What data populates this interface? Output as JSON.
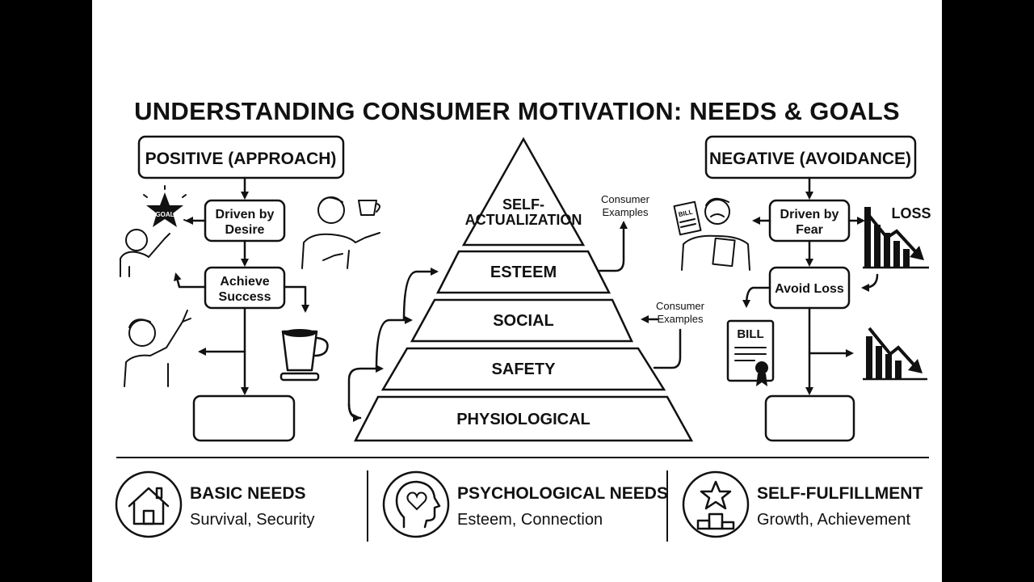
{
  "title": "UNDERSTANDING CONSUMER MOTIVATION: NEEDS & GOALS",
  "positive": {
    "header": "POSITIVE (APPROACH)",
    "driven": [
      "Driven by",
      "Desire"
    ],
    "achieve": [
      "Achieve",
      "Success"
    ],
    "goal_star": "GOAL"
  },
  "negative": {
    "header": "NEGATIVE (AVOIDANCE)",
    "driven": [
      "Driven by",
      "Fear"
    ],
    "avoid": "Avoid Loss",
    "loss": "LOSS",
    "bill": "BILL"
  },
  "pyramid": {
    "tiers": [
      "SELF-",
      "ACTUALIZATION",
      "ESTEEM",
      "SOCIAL",
      "SAFETY",
      "PHYSIOLOGICAL"
    ],
    "consumer_examples_top": [
      "Consumer",
      "Examples"
    ],
    "consumer_examples_mid": [
      "Consumer",
      "Examples"
    ]
  },
  "bottom": [
    {
      "heading": "BASIC NEEDS",
      "sub": "Survival, Security",
      "icon": "house-icon"
    },
    {
      "heading": "PSYCHOLOGICAL NEEDS",
      "sub": "Esteem, Connection",
      "icon": "head-heart-icon"
    },
    {
      "heading": "SELF-FULFILLMENT",
      "sub": "Growth, Achievement",
      "icon": "star-podium-icon"
    }
  ]
}
